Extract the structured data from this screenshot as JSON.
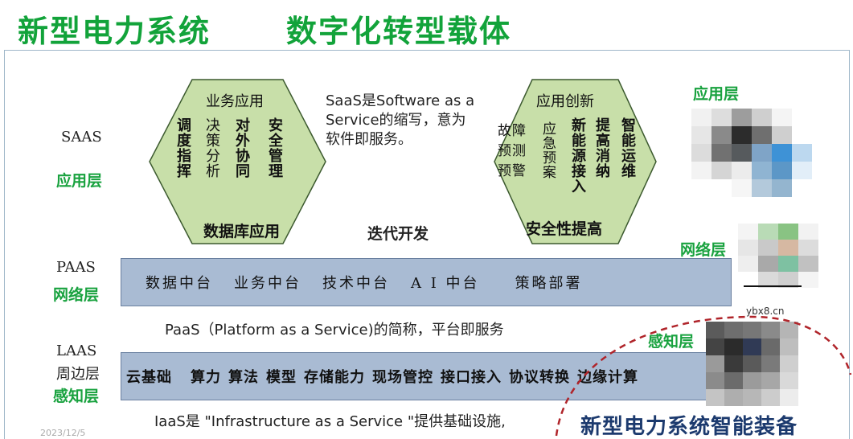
{
  "title_left": "新型电力系统",
  "title_right": "数字化转型载体",
  "labels": {
    "saas": "SAAS",
    "app_layer": "应用层",
    "paas": "PAAS",
    "net_layer": "网络层",
    "laas": "LAAS",
    "peripheral": "周边层",
    "sense_layer": "感知层",
    "right_app": "应用层",
    "right_net": "网络层",
    "right_sense": "感知层"
  },
  "hex_left": {
    "title": "业务应用",
    "columns": [
      "调度指挥",
      "决策分析",
      "对外协同",
      "安全管理"
    ],
    "footer": "数据库应用"
  },
  "hex_right": {
    "title": "应用创新",
    "columns": [
      "故障预测预警",
      "应急预案",
      "新能源接入",
      "提高消纳",
      "智能运维"
    ],
    "footer": "安全性提高"
  },
  "saas_desc": [
    "SaaS是Software as a",
    "Service的缩写，意为",
    "软件即服务。"
  ],
  "iterative": "迭代开发",
  "paas_band": [
    "数据中台",
    "业务中台",
    "技术中台",
    "A I 中台",
    "策略部署"
  ],
  "paas_desc": "PaaS（Platform as a Service)的简称，平台即服务",
  "laas_band": [
    "云基础",
    "算力",
    "算法",
    "模型",
    "存储能力",
    "现场管控",
    "接口接入",
    "协议转换",
    "边缘计算"
  ],
  "laas_desc": "IaaS是 \"Infrastructure as a Service \"提供基础设施,",
  "date": "2023/12/5",
  "bottom_title": "新型电力系统智能装备",
  "watermark": "ybx8.cn",
  "colors": {
    "title_green": "#12a33a",
    "hex_fill": "#c8dfa9",
    "band_fill": "#a9bbd3",
    "bottom_blue": "#1c3a6e",
    "dash_red": "#b0242a"
  }
}
